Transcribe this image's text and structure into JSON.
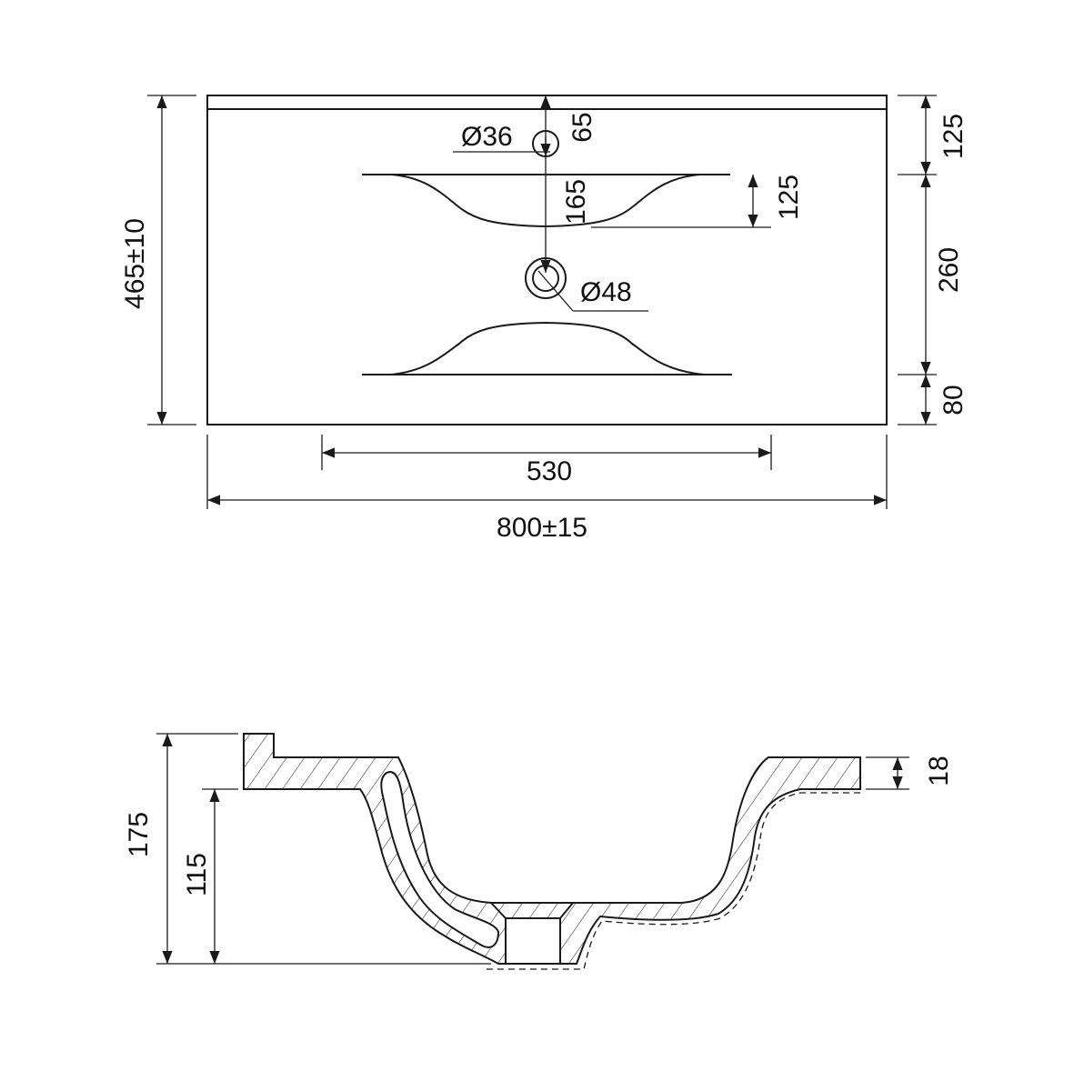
{
  "top_view": {
    "overall_width": "800±15",
    "overall_depth": "465±10",
    "bowl_width": "530",
    "back_edge_depth": "125",
    "bowl_depth": "260",
    "front_edge_depth": "80",
    "bowl_curve_depth": "125",
    "tap_to_drain": "165",
    "tap_from_back": "65",
    "tap_hole_diameter": "Ø36",
    "drain_diameter": "Ø48"
  },
  "section_view": {
    "total_height": "175",
    "body_height": "115",
    "rim_thickness": "18"
  }
}
